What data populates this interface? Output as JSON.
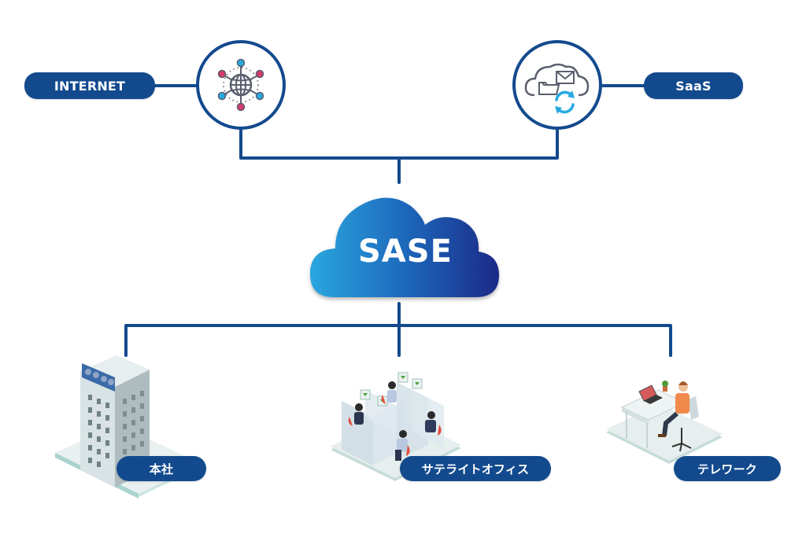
{
  "diagram": {
    "title": "SASE",
    "colors": {
      "line": "#134a8e",
      "pill_bg": "#134a8e",
      "pill_text": "#ffffff",
      "cloud_gradient_start": "#2aa6df",
      "cloud_gradient_end": "#1a2e8c",
      "accent_pink": "#d63a6a",
      "accent_cyan": "#27a9e0"
    },
    "top_nodes": [
      {
        "label": "INTERNET",
        "icon": "globe-network-icon"
      },
      {
        "label": "SaaS",
        "icon": "cloud-mail-folder-sync-icon"
      }
    ],
    "center": {
      "label": "SASE",
      "icon": "cloud-icon"
    },
    "bottom_nodes": [
      {
        "label": "本社",
        "illustration": "office-building"
      },
      {
        "label": "サテライトオフィス",
        "illustration": "satellite-office-cubicles"
      },
      {
        "label": "テレワーク",
        "illustration": "telework-desk"
      }
    ]
  }
}
